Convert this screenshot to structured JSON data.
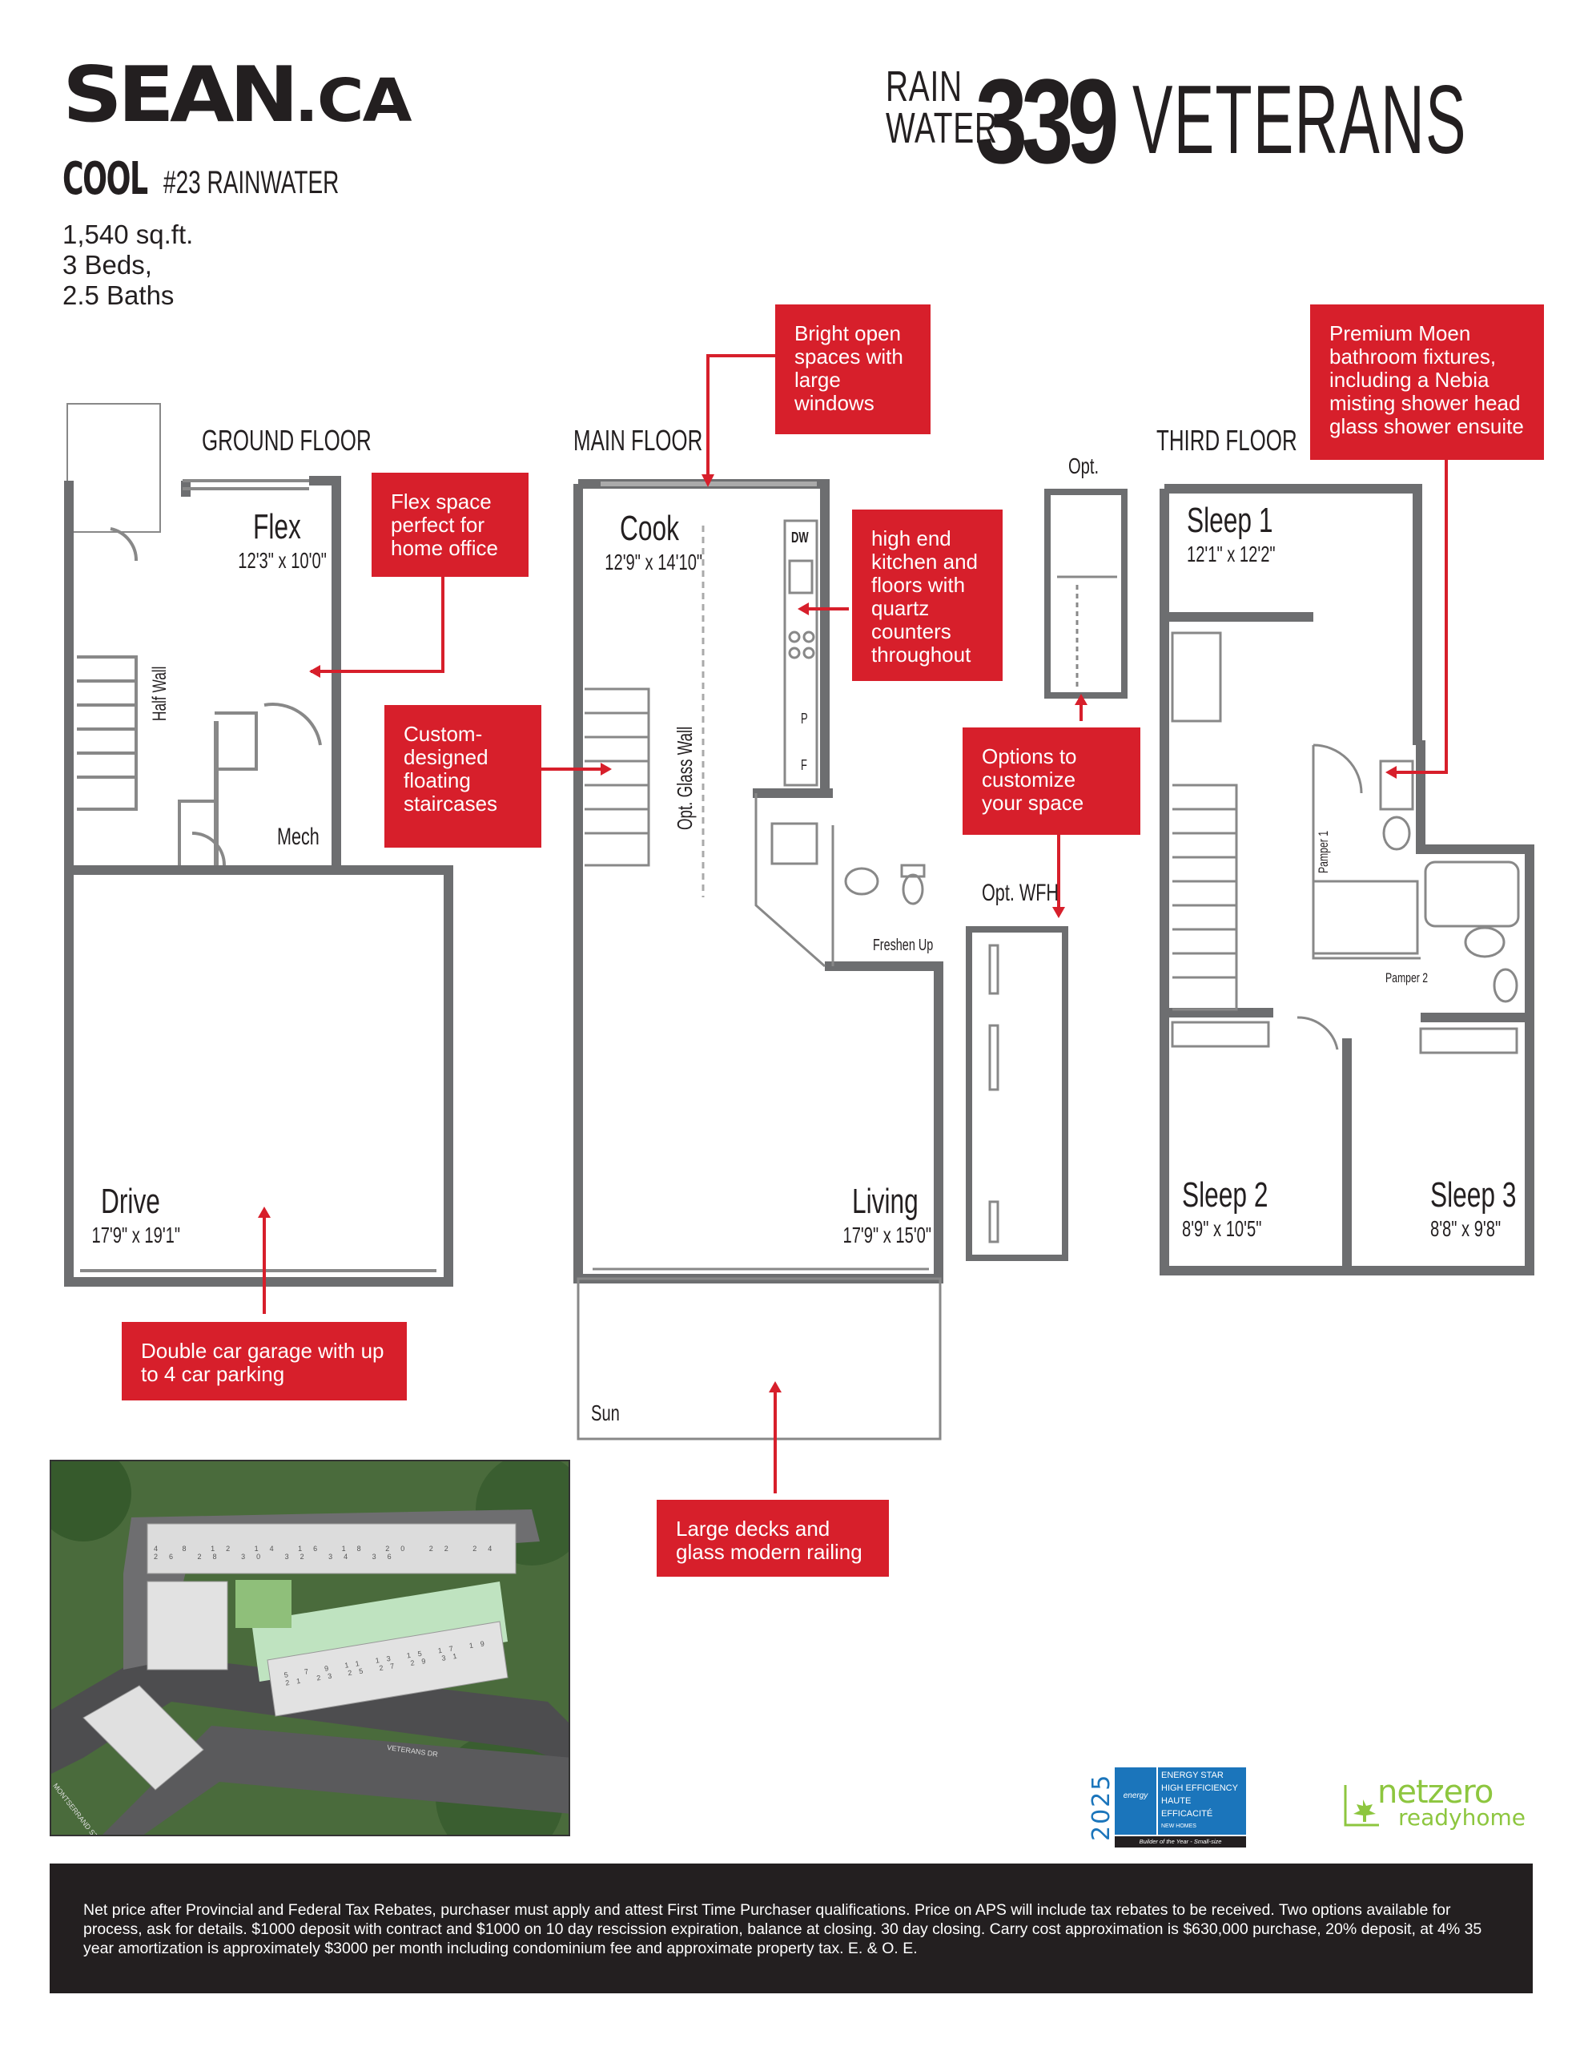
{
  "header": {
    "brand_main": "SEAN",
    "brand_suffix": ".CA",
    "unit_model": "COOL",
    "unit_number": "#23 RAINWATER",
    "specs": [
      "1,540 sq.ft.",
      "3 Beds,",
      "2.5 Baths"
    ],
    "project_line1": "RAIN",
    "project_line2": "WATER",
    "project_number": "339",
    "project_street": "VETERANS"
  },
  "callouts": {
    "bright": "Bright open spaces with large windows",
    "moen": "Premium Moen bathroom fixtures, including a Nebia misting shower head glass shower ensuite",
    "flex": "Flex space perfect for home office",
    "kitchen": "high end kitchen and floors with quartz counters throughout",
    "staircase": "Custom-designed floating staircases",
    "options": "Options to customize your space",
    "garage": "Double car garage with up to 4 car parking",
    "decks": "Large decks and glass modern railing"
  },
  "floors": {
    "ground": "GROUND FLOOR",
    "main": "MAIN FLOOR",
    "third": "THIRD FLOOR",
    "opt": "Opt.",
    "opt_wfh": "Opt. WFH"
  },
  "rooms": {
    "flex": {
      "name": "Flex",
      "dims": "12'3\" x 10'0\""
    },
    "drive": {
      "name": "Drive",
      "dims": "17'9\" x 19'1\""
    },
    "cook": {
      "name": "Cook",
      "dims": "12'9\" x 14'10\""
    },
    "living": {
      "name": "Living",
      "dims": "17'9\" x 15'0\""
    },
    "sleep1": {
      "name": "Sleep 1",
      "dims": "12'1\" x 12'2\""
    },
    "sleep2": {
      "name": "Sleep 2",
      "dims": "8'9\" x 10'5\""
    },
    "sleep3": {
      "name": "Sleep 3",
      "dims": "8'8\" x 9'8\""
    }
  },
  "labels": {
    "half_wall": "Half Wall",
    "mech": "Mech",
    "glass_wall": "Opt. Glass Wall",
    "freshen_up": "Freshen Up",
    "sun": "Sun",
    "dw": "DW",
    "p": "P",
    "f": "F",
    "pamper1": "Pamper 1",
    "pamper2": "Pamper 2"
  },
  "map": {
    "street1": "MONTSERRAND ST",
    "street2": "VETERANS DR",
    "units_row1": [
      "4",
      "8",
      "12",
      "14",
      "16",
      "18",
      "20",
      "22",
      "24",
      "26",
      "28",
      "30",
      "32",
      "34",
      "36"
    ],
    "units_row2": [
      "5",
      "7",
      "9",
      "11",
      "13",
      "15",
      "17",
      "19",
      "21",
      "23",
      "25",
      "27",
      "29",
      "31"
    ]
  },
  "badges": {
    "energy_year": "2025",
    "energy_line1": "ENERGY STAR",
    "energy_line2": "HIGH EFFICIENCY",
    "energy_line3": "HAUTE EFFICACITÉ",
    "energy_line4": "NEW HOMES",
    "energy_caption": "Builder of the Year - Small-size",
    "energy_logo": "energy",
    "netzero_main": "netzero",
    "netzero_sub": "readyhome"
  },
  "footer": {
    "text": "Net price after Provincial and Federal Tax Rebates, purchaser must apply and attest First Time Purchaser qualifications. Price on APS will include tax rebates to be received. Two options available for process, ask for details. $1000 deposit with contract and $1000 on 10 day rescission expiration, balance at closing. 30 day closing. Carry cost approximation is $630,000 purchase, 20% deposit, at 4% 35 year amortization is approximately $3000 per month including condominium fee and approximate property tax. E. & O. E."
  },
  "colors": {
    "accent_red": "#d71f2b",
    "wall_gray": "#6d6e70",
    "text_dark": "#231f20",
    "energy_blue": "#1b75bb",
    "netzero_green": "#8dc63f"
  }
}
